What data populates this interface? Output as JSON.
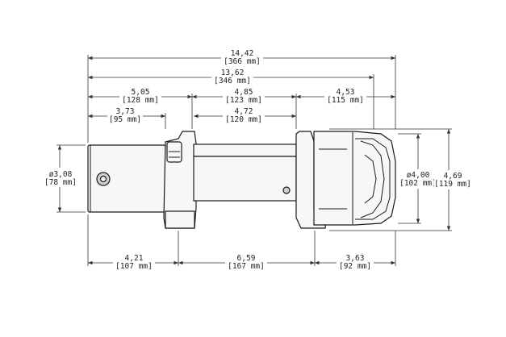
{
  "dimensions": {
    "overall_length": {
      "value": "14,42",
      "metric": "[366 mm]"
    },
    "length_less_motor_cap": {
      "value": "13,62",
      "metric": "[346 mm]"
    },
    "motor_to_drum": {
      "value": "5,05",
      "metric": "[128 mm]"
    },
    "motor_length": {
      "value": "3,73",
      "metric": "[95 mm]"
    },
    "drum_span": {
      "value": "4,85",
      "metric": "[123 mm]"
    },
    "drum_length": {
      "value": "4,72",
      "metric": "[120 mm]"
    },
    "gearbox_length": {
      "value": "4,53",
      "metric": "[115 mm]"
    },
    "motor_diameter": {
      "value": "ø3,08",
      "metric": "[78 mm]"
    },
    "gearbox_diameter": {
      "value": "ø4,00",
      "metric": "[102 mm]"
    },
    "overall_height": {
      "value": "4,69",
      "metric": "[119 mm]"
    },
    "bottom_left": {
      "value": "4,21",
      "metric": "[107 mm]"
    },
    "bottom_middle": {
      "value": "6,59",
      "metric": "[167 mm]"
    },
    "bottom_right": {
      "value": "3,63",
      "metric": "[92 mm]"
    }
  }
}
